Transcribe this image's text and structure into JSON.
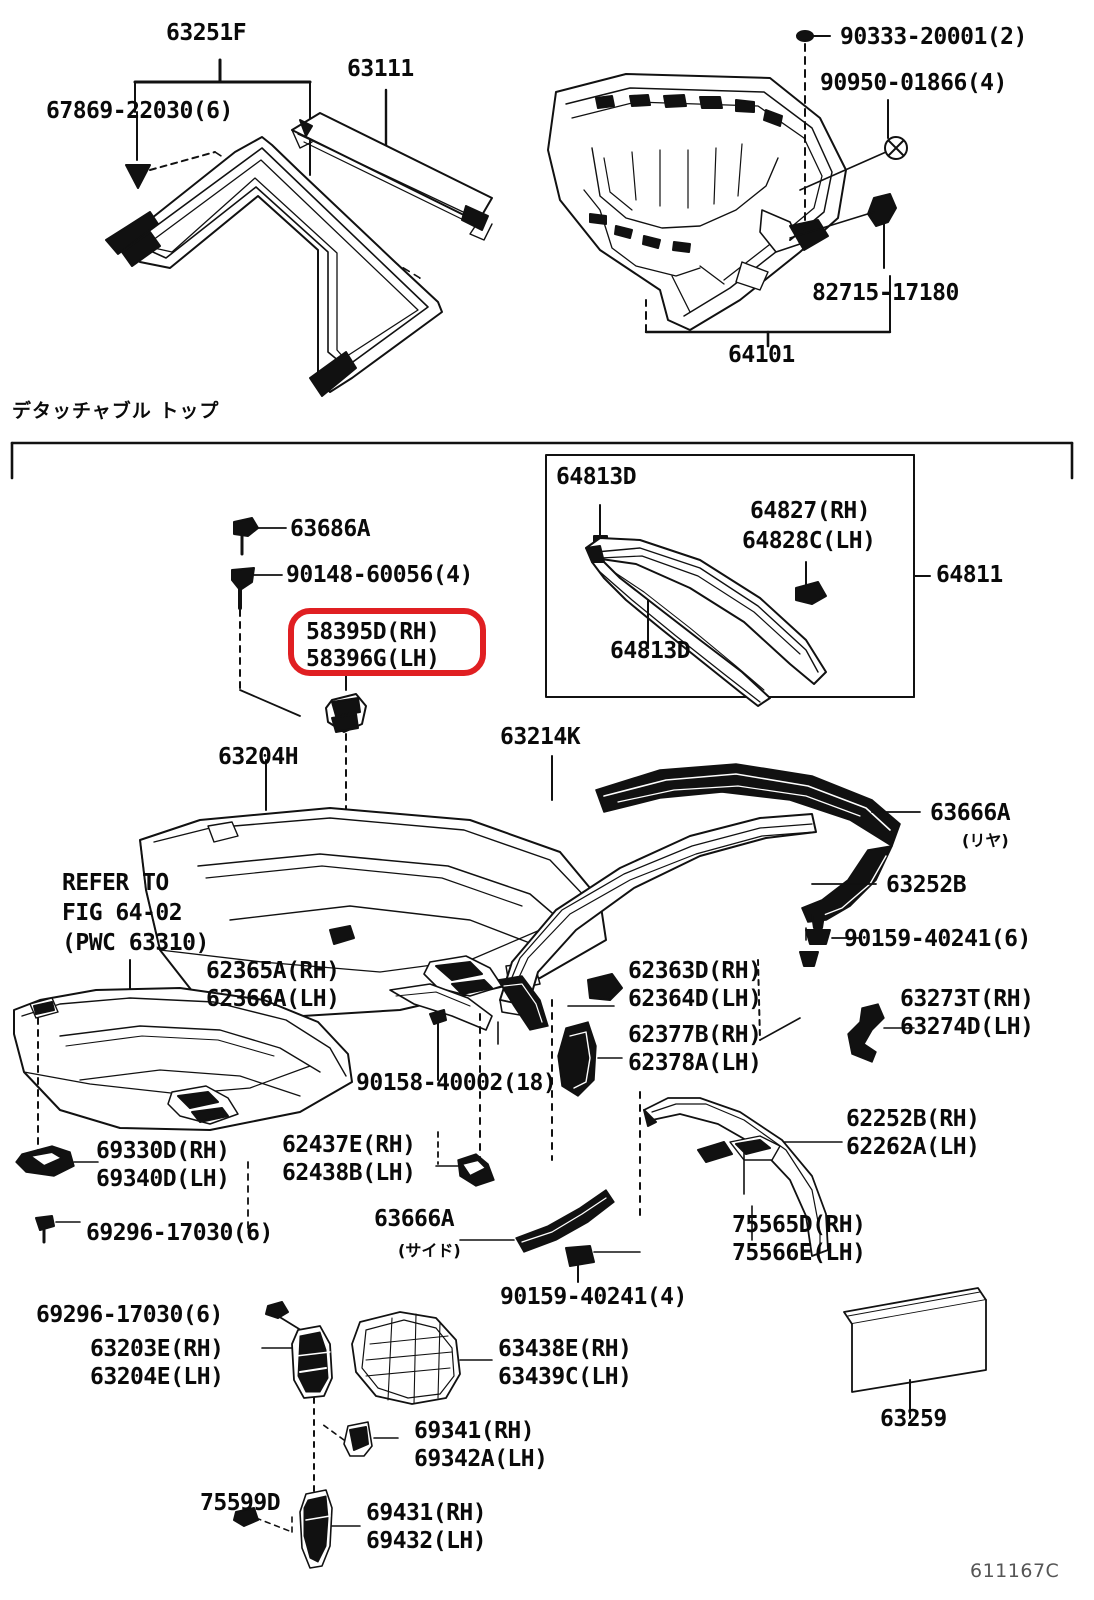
{
  "diagram": {
    "title_code": "611167C",
    "section_header_jp": "デタッチャブル トップ",
    "highlight_color": "#e01f22"
  },
  "top_left_group": {
    "bracket_label": "63251F",
    "clip_label": "67869-22030(6)",
    "weatherstrip_label": "63111"
  },
  "top_right_group": {
    "bolt_label": "90333-20001(2)",
    "grommet_label": "90950-01866(4)",
    "clip_label": "82715-17180",
    "panel_label": "64101"
  },
  "inset_box": {
    "molding_top_label": "64813D",
    "molding_bottom_label": "64813D",
    "clip_rh_label": "64827(RH)",
    "clip_lh_label": "64828C(LH)",
    "assembly_label": "64811"
  },
  "main_group": {
    "screw_label": "63686A",
    "bolt_label": "90148-60056(4)",
    "highlight_rh": "58395D(RH)",
    "highlight_lh": "58396G(LH)",
    "roof_panel_label": "63204H",
    "rail_label": "63214K",
    "weatherstrip_rear_label": "63666A",
    "weatherstrip_rear_note": "(リヤ)",
    "retainer_label": "63252B",
    "clip6a_label": "90159-40241(6)",
    "refer_line1": "REFER TO",
    "refer_line2": "FIG 64-02",
    "refer_line3": "(PWC 63310)",
    "garnish_rh_label": "62365A(RH)",
    "garnish_lh_label": "62366A(LH)",
    "cover_rh_label": "62363D(RH)",
    "cover_lh_label": "62364D(LH)",
    "clamp_rh_label": "63273T(RH)",
    "clamp_lh_label": "63274D(LH)",
    "bracket_rh_label": "62377B(RH)",
    "bracket_lh_label": "62378A(LH)",
    "screw18_label": "90158-40002(18)",
    "pillar_rh_label": "62252B(RH)",
    "pillar_lh_label": "62262A(LH)",
    "hook_rh_label": "69330D(RH)",
    "hook_lh_label": "69340D(LH)",
    "stopper_rh_label": "62437E(RH)",
    "stopper_lh_label": "62438B(LH)",
    "screw6a_label": "69296-17030(6)",
    "weatherstrip_side_label": "63666A",
    "weatherstrip_side_note": "(サイド)",
    "moulding_rh_label": "75565D(RH)",
    "moulding_lh_label": "75566E(LH)",
    "clip4_label": "90159-40241(4)",
    "screw6b_label": "69296-17030(6)",
    "lock_rh_label": "63203E(RH)",
    "lock_lh_label": "63204E(LH)",
    "pad_rh_label": "63438E(RH)",
    "pad_lh_label": "63439C(LH)",
    "striker_rh_label": "69341(RH)",
    "striker_lh_label": "69342A(LH)",
    "plug_label": "75599D",
    "handle_rh_label": "69431(RH)",
    "handle_lh_label": "69432(LH)",
    "board_label": "63259"
  }
}
